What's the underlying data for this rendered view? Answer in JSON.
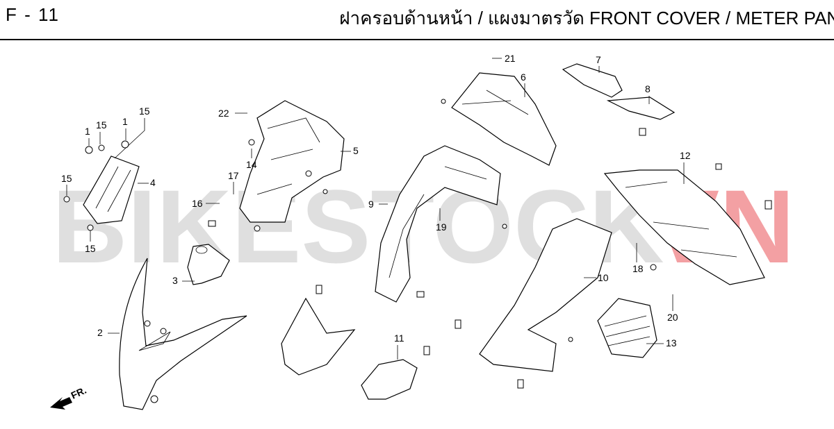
{
  "header": {
    "figure_number": "F - 11",
    "title": "ฝาครอบด้านหน้า / แผงมาตรวัด  FRONT COVER / METER PANEL"
  },
  "watermark": {
    "text_main": "BIKESTOCK",
    "text_accent": "VN",
    "main_color": "#b9b9b9",
    "accent_color": "#e9444a"
  },
  "direction_label": "FR.",
  "callouts": [
    "1",
    "15",
    "1",
    "15",
    "15",
    "4",
    "15",
    "2",
    "3",
    "5",
    "6",
    "7",
    "8",
    "9",
    "10",
    "11",
    "12",
    "13",
    "14",
    "16",
    "17",
    "18",
    "19",
    "20",
    "21",
    "22"
  ]
}
